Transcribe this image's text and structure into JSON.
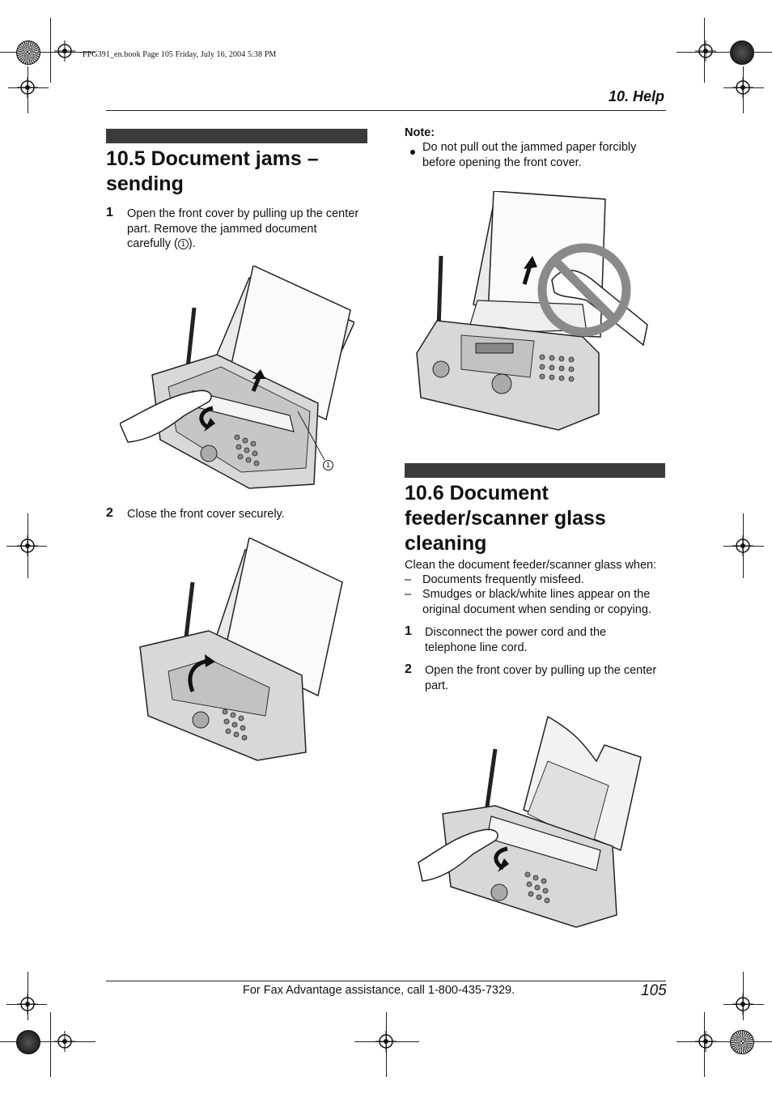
{
  "header": {
    "file_info": "FPG391_en.book  Page 105  Friday, July 16, 2004  5:38 PM",
    "chapter": "10. Help"
  },
  "section_10_5": {
    "title_line1": "10.5 Document jams –",
    "title_line2": "sending",
    "step1": {
      "num": "1",
      "line1": "Open the front cover by pulling up the center",
      "line2": "part. Remove the jammed document",
      "line3_pre": "carefully (",
      "callout": "1",
      "line3_post": ")."
    },
    "figure1_callout": "1",
    "step2": {
      "num": "2",
      "text": "Close the front cover securely."
    }
  },
  "note": {
    "label": "Note:",
    "line1": "Do not pull out the jammed paper forcibly",
    "line2": "before opening the front cover."
  },
  "section_10_6": {
    "title_line1": "10.6 Document",
    "title_line2": "feeder/scanner glass",
    "title_line3": "cleaning",
    "intro": "Clean the document feeder/scanner glass when:",
    "dash": "–",
    "items": [
      {
        "line1": "Documents frequently misfeed.",
        "line2": ""
      },
      {
        "line1": "Smudges or black/white lines appear on the",
        "line2": "original document when sending or copying."
      }
    ],
    "step1": {
      "num": "1",
      "line1": "Disconnect the power cord and the",
      "line2": "telephone line cord."
    },
    "step2": {
      "num": "2",
      "line1": "Open the front cover by pulling up the center",
      "line2": "part."
    }
  },
  "footer": {
    "assistance": "For Fax Advantage assistance, call 1-800-435-7329.",
    "page_number": "105"
  }
}
